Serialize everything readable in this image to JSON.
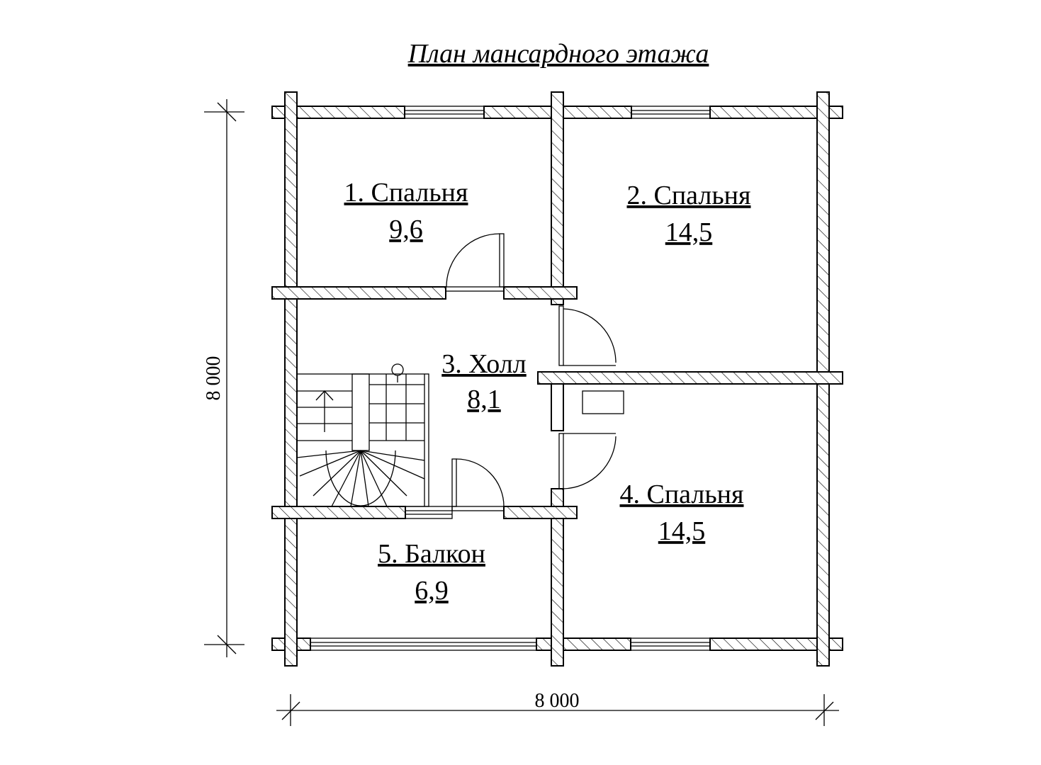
{
  "title": "План мансардного этажа",
  "rooms": [
    {
      "name": "1. Спальня",
      "area": "9,6"
    },
    {
      "name": "2. Спальня",
      "area": "14,5"
    },
    {
      "name": "3. Холл",
      "area": "8,1"
    },
    {
      "name": "4. Спальня",
      "area": "14,5"
    },
    {
      "name": "5. Балкон",
      "area": "6,9"
    }
  ],
  "dimensions": {
    "width": "8 000",
    "height": "8 000"
  }
}
